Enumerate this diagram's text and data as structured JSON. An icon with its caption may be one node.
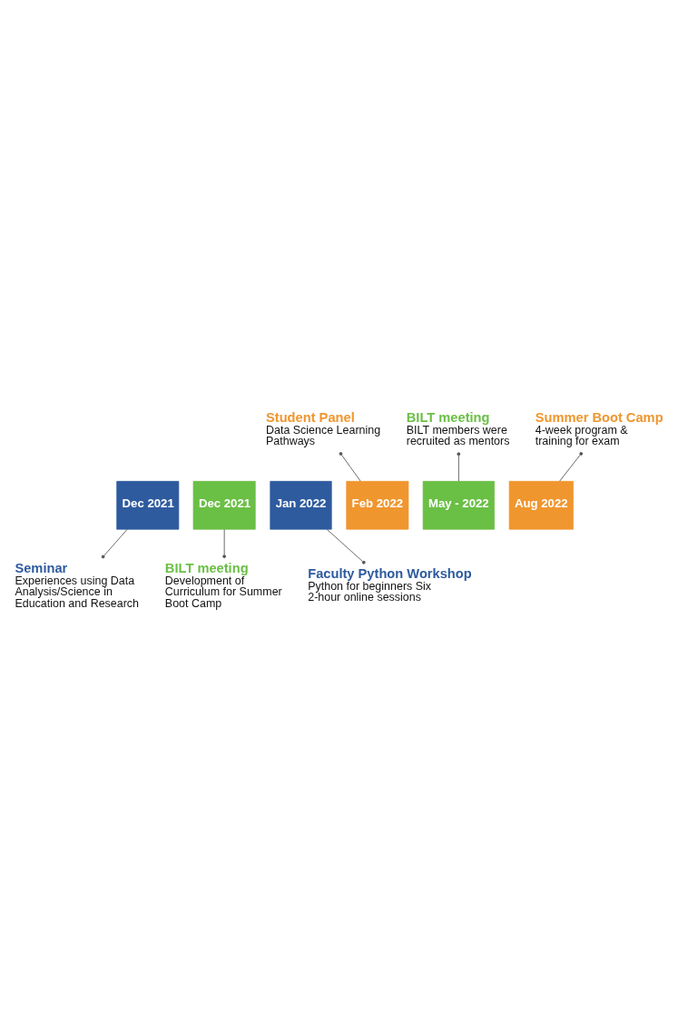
{
  "diagram": {
    "nodes": [
      {
        "text": [
          "Summer Boot Camp",
          "4-week program & training for exam"
        ]
      },
      {
        "text": [
          "BILT meeting",
          "BILT members were recruited as mentors"
        ]
      },
      {
        "text": [
          "May - 2022"
        ]
      },
      {
        "text": [
          "Aug 2022"
        ]
      },
      {
        "text": [
          "Feb 2022"
        ]
      },
      {
        "text": [
          "Student Panel",
          "Data Science Learning Pathways"
        ]
      },
      {
        "text": [
          "Jan 2022"
        ]
      },
      {
        "text": [
          "Faculty Python Workshop",
          "Python for beginners Six 2-hour online sessions"
        ]
      },
      {
        "text": [
          "Dec 2021"
        ]
      },
      {
        "text": [
          "Dec 2021"
        ]
      },
      {
        "text": [
          "BILT meeting",
          "Development of Curriculum for Summer Boot Camp"
        ]
      },
      {
        "text": [
          "Seminar",
          "Experiences using Data Analysis/Science in Education and Research"
        ]
      }
    ],
    "edges": [
      {
        "from": 3,
        "to": 0,
        "arrow": "other"
      },
      {
        "from": 2,
        "to": 1,
        "arrow": "other"
      },
      {
        "from": 4,
        "to": 5,
        "arrow": "other"
      },
      {
        "from": 6,
        "to": 7,
        "arrow": "other"
      },
      {
        "from": 9,
        "to": 10,
        "arrow": "other"
      },
      {
        "from": 8,
        "to": 11,
        "arrow": "other"
      }
    ]
  }
}
